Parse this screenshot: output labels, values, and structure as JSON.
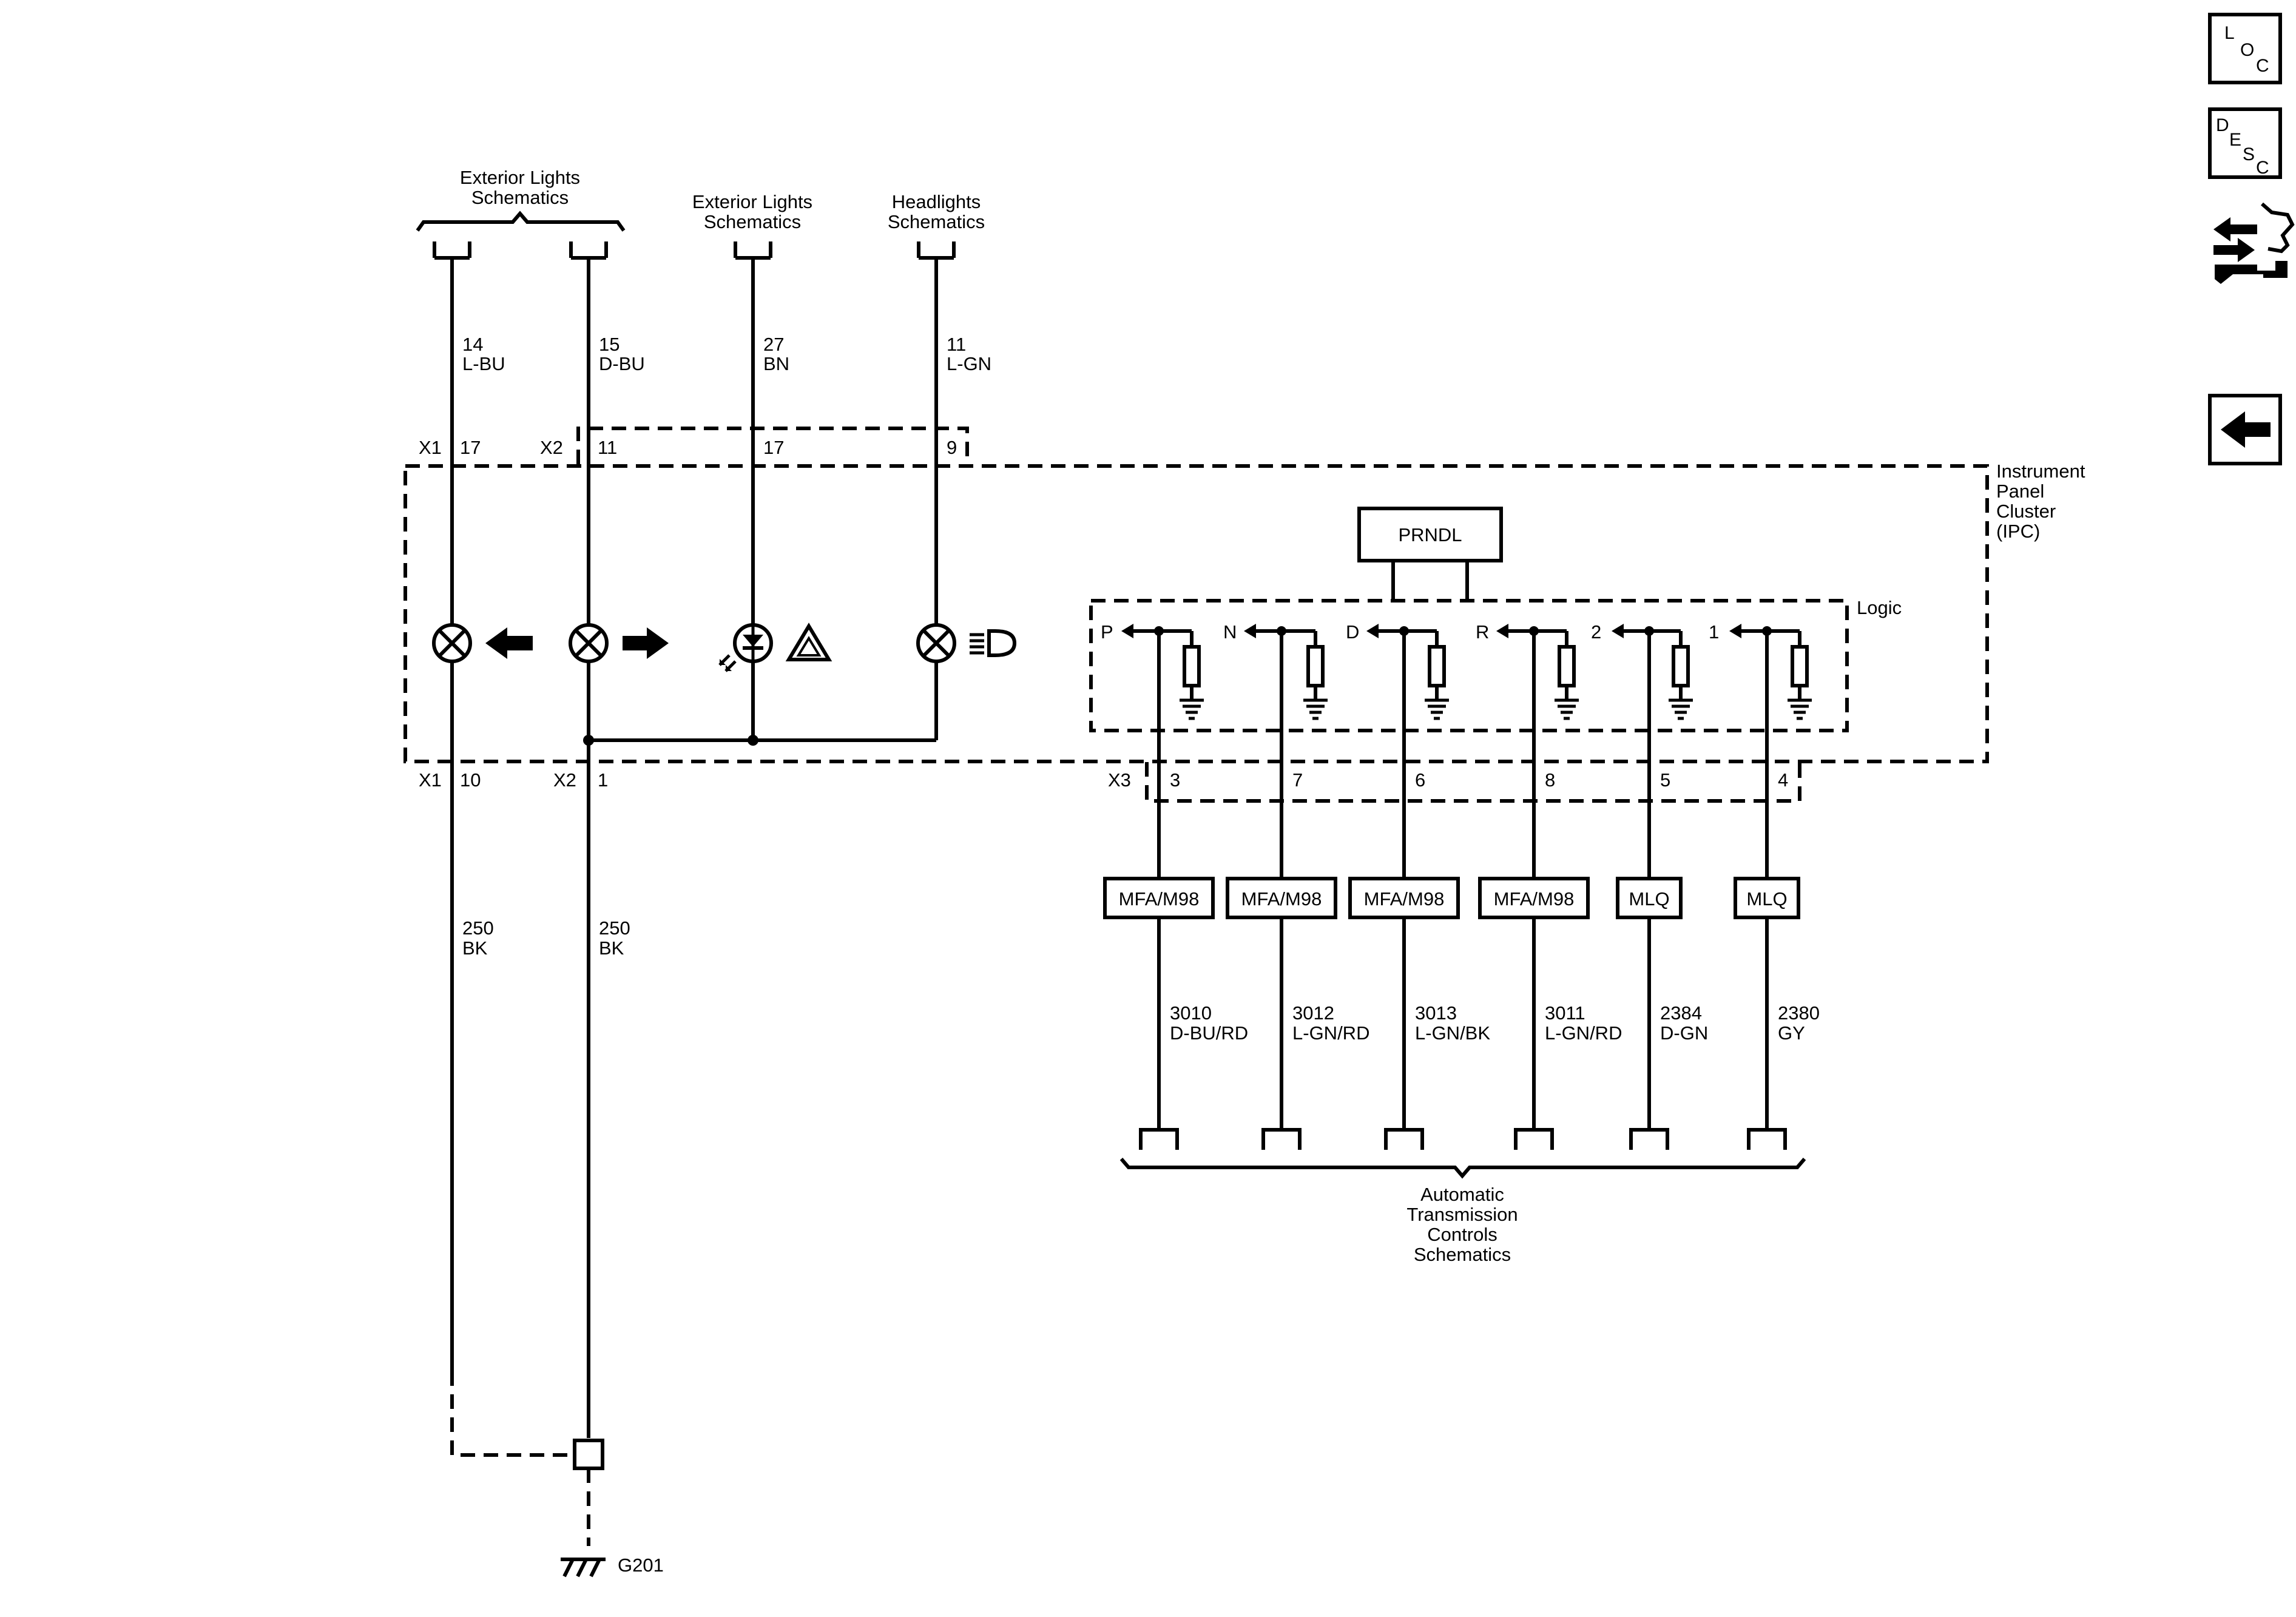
{
  "top_refs": {
    "exterior_lights_left": [
      "Exterior Lights",
      "Schematics"
    ],
    "exterior_lights_mid": [
      "Exterior Lights",
      "Schematics"
    ],
    "headlights": [
      "Headlights",
      "Schematics"
    ]
  },
  "input_wires": [
    {
      "circuit": "14",
      "color": "L-BU",
      "connector": "X1",
      "pin": "17"
    },
    {
      "circuit": "15",
      "color": "D-BU",
      "connector": "X2",
      "pin": "11"
    },
    {
      "circuit": "27",
      "color": "BN",
      "connector": "",
      "pin": "17"
    },
    {
      "circuit": "11",
      "color": "L-GN",
      "connector": "",
      "pin": "9"
    }
  ],
  "module": {
    "name": [
      "Instrument",
      "Panel",
      "Cluster",
      "(IPC)"
    ],
    "prndl_label": "PRNDL",
    "logic_label": "Logic"
  },
  "gear_positions": [
    "P",
    "N",
    "D",
    "R",
    "2",
    "1"
  ],
  "bottom_left": {
    "x1": {
      "connector": "X1",
      "pin": "10",
      "circuit": "250",
      "color": "BK"
    },
    "x2": {
      "connector": "X2",
      "pin": "1",
      "circuit": "250",
      "color": "BK"
    },
    "ground": "G201"
  },
  "x3_connector": "X3",
  "output_wires": [
    {
      "pin": "3",
      "splice": "MFA/M98",
      "circuit": "3010",
      "color": "D-BU/RD"
    },
    {
      "pin": "7",
      "splice": "MFA/M98",
      "circuit": "3012",
      "color": "L-GN/RD"
    },
    {
      "pin": "6",
      "splice": "MFA/M98",
      "circuit": "3013",
      "color": "L-GN/BK"
    },
    {
      "pin": "8",
      "splice": "MFA/M98",
      "circuit": "3011",
      "color": "L-GN/RD"
    },
    {
      "pin": "5",
      "splice": "MLQ",
      "circuit": "2384",
      "color": "D-GN"
    },
    {
      "pin": "4",
      "splice": "MLQ",
      "circuit": "2380",
      "color": "GY"
    }
  ],
  "bottom_ref": [
    "Automatic",
    "Transmission",
    "Controls",
    "Schematics"
  ],
  "side_nav": {
    "loc": [
      "L",
      "O",
      "C"
    ],
    "desc": [
      "D",
      "E",
      "S",
      "C"
    ]
  }
}
